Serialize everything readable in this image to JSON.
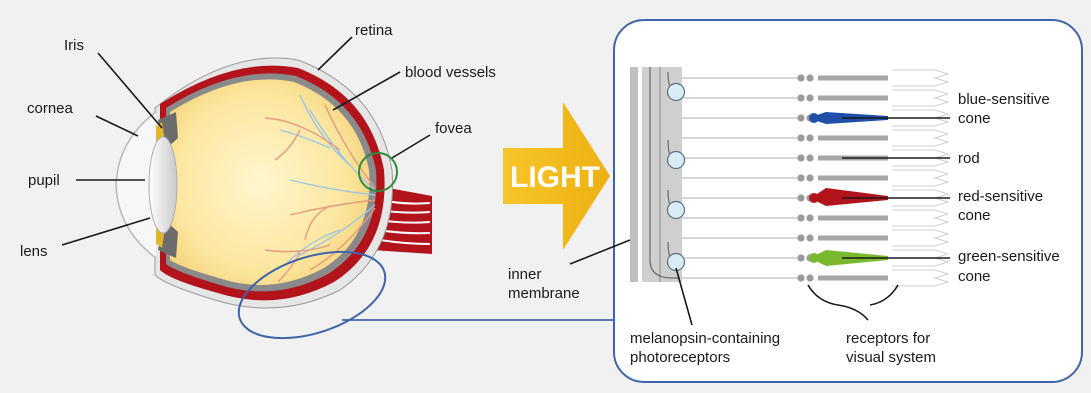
{
  "eye_labels": {
    "iris": "Iris",
    "retina": "retina",
    "blood_vessels": "blood vessels",
    "cornea": "cornea",
    "fovea": "fovea",
    "pupil": "pupil",
    "lens": "lens"
  },
  "light_arrow": "LIGHT",
  "retina_labels": {
    "blue_cone_line1": "blue-sensitive",
    "blue_cone_line2": "cone",
    "rod": "rod",
    "red_cone_line1": "red-sensitive",
    "red_cone_line2": "cone",
    "green_cone_line1": "green-sensitive",
    "green_cone_line2": "cone",
    "inner_membrane_line1": "inner",
    "inner_membrane_line2": "membrane",
    "melanopsin_line1": "melanopsin-containing",
    "melanopsin_line2": "photoreceptors",
    "receptors_line1": "receptors for",
    "receptors_line2": "visual system"
  },
  "colors": {
    "background": "#f1f1f1",
    "retina_red": "#b3141c",
    "eye_interior": "#fce9a6",
    "light_arrow": "#f2b818",
    "blue_cone": "#1f4fa8",
    "red_cone": "#b3141c",
    "green_cone": "#7ab82e",
    "callout_border": "#3f64a8",
    "photoreceptor_fill": "#d8ecf6"
  }
}
